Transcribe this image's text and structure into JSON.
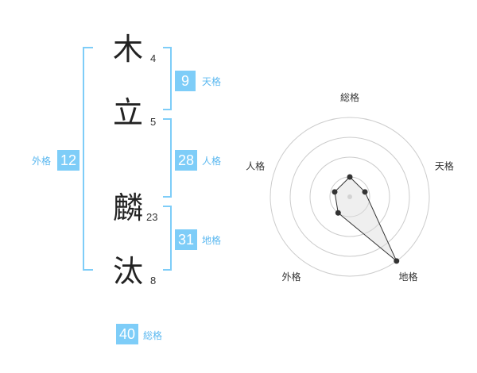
{
  "name": {
    "chars": [
      {
        "char": "木",
        "strokes": "4"
      },
      {
        "char": "立",
        "strokes": "5"
      },
      {
        "char": "麟",
        "strokes": "23"
      },
      {
        "char": "汰",
        "strokes": "8"
      }
    ]
  },
  "fortune": {
    "tenkaku": {
      "value": "9",
      "label": "天格"
    },
    "jinkaku": {
      "value": "28",
      "label": "人格"
    },
    "chikaku": {
      "value": "31",
      "label": "地格"
    },
    "gaikaku": {
      "value": "12",
      "label": "外格"
    },
    "soukaku": {
      "value": "40",
      "label": "総格"
    }
  },
  "colors": {
    "accent": "#7ecdf8",
    "label": "#5bb8f0",
    "radar_line": "#333333"
  },
  "chart_data": {
    "type": "radar",
    "axes": [
      "総格",
      "天格",
      "地格",
      "外格",
      "人格"
    ],
    "values": [
      0.25,
      0.2,
      1.0,
      0.25,
      0.2
    ],
    "rings": 4,
    "grid": true
  }
}
